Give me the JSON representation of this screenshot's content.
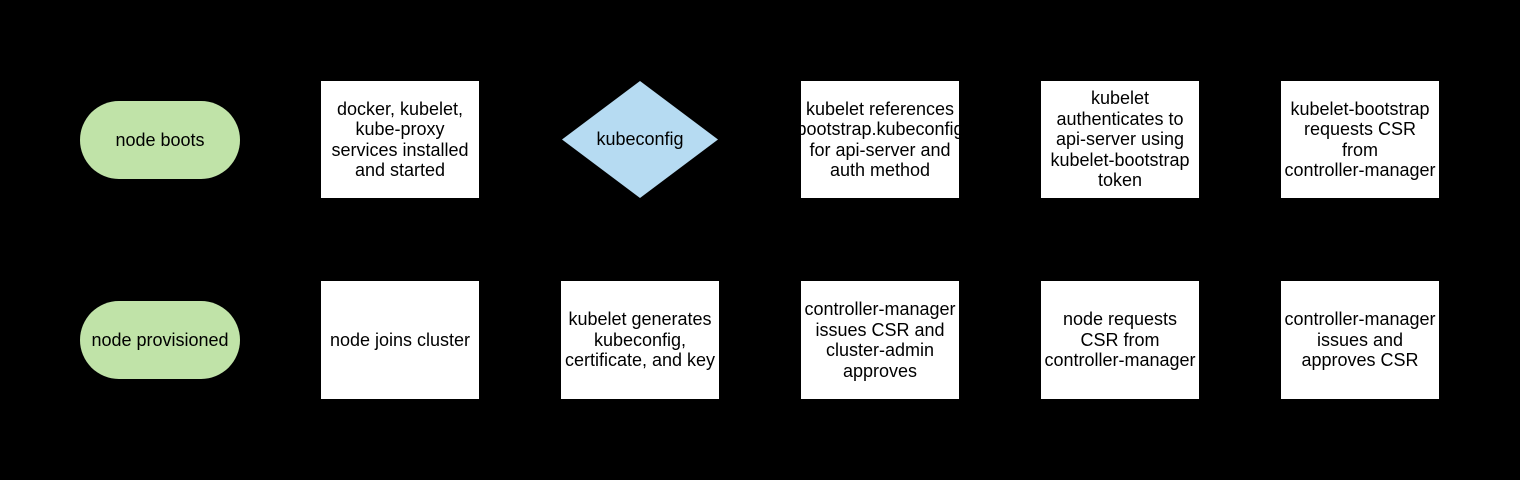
{
  "colors": {
    "background": "#000000",
    "terminal_fill": "#c0e3a8",
    "decision_fill": "#b6dbf2",
    "process_fill": "#ffffff",
    "text": "#000000"
  },
  "nodes": {
    "row1": [
      {
        "id": "node-boots",
        "shape": "terminator",
        "label": "node boots"
      },
      {
        "id": "services-installed",
        "shape": "process",
        "label": "docker, kubelet,\nkube-proxy\nservices installed\nand started"
      },
      {
        "id": "kubeconfig-decision",
        "shape": "decision",
        "label": "kubeconfig"
      },
      {
        "id": "kubelet-references-bootstrap-kubeconfig",
        "shape": "process",
        "label": "kubelet references\nbootstrap.kubeconfig\nfor api-server and\nauth method"
      },
      {
        "id": "kubelet-authenticates",
        "shape": "process",
        "label": "kubelet\nauthenticates to\napi-server using\nkubelet-bootstrap\ntoken"
      },
      {
        "id": "kubelet-bootstrap-requests-csr",
        "shape": "process",
        "label": "kubelet-bootstrap\nrequests CSR\nfrom\ncontroller-manager"
      }
    ],
    "row2": [
      {
        "id": "node-provisioned",
        "shape": "terminator",
        "label": "node provisioned"
      },
      {
        "id": "node-joins-cluster",
        "shape": "process",
        "label": "node joins cluster"
      },
      {
        "id": "kubelet-generates-credentials",
        "shape": "process",
        "label": "kubelet generates\nkubeconfig,\ncertificate, and key"
      },
      {
        "id": "controller-manager-issues-cluster-admin-approves",
        "shape": "process",
        "label": "controller-manager\nissues CSR and\ncluster-admin\napproves"
      },
      {
        "id": "node-requests-csr",
        "shape": "process",
        "label": "node requests\nCSR from\ncontroller-manager"
      },
      {
        "id": "controller-manager-issues-and-approves",
        "shape": "process",
        "label": "controller-manager\nissues and\napproves CSR"
      }
    ]
  }
}
